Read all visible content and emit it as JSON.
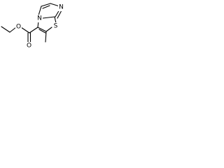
{
  "molecule": {
    "atoms": {
      "o_carbonyl": "O",
      "o_ester": "O",
      "n_bridge": "N",
      "n_ring": "N",
      "s_ring": "S"
    },
    "colors": {
      "bond": "#000000",
      "label": "#000000",
      "background": "#ffffff"
    }
  }
}
